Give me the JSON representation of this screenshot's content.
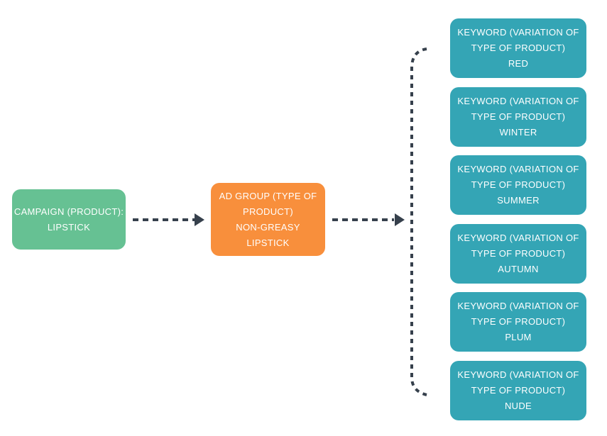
{
  "colors": {
    "campaign": "#66c193",
    "ad_group": "#f88f3c",
    "keyword": "#34a5b5",
    "connector": "#36404c"
  },
  "campaign": {
    "line1": "CAMPAIGN (PRODUCT):",
    "line2": "LIPSTICK"
  },
  "ad_group": {
    "line1": "AD GROUP (TYPE OF",
    "line2": "PRODUCT)",
    "line3": "NON-GREASY",
    "line4": "LIPSTICK"
  },
  "keywords": [
    {
      "line1": "KEYWORD (VARIATION OF",
      "line2": "TYPE OF PRODUCT)",
      "value": "RED"
    },
    {
      "line1": "KEYWORD (VARIATION OF",
      "line2": "TYPE OF PRODUCT)",
      "value": "WINTER"
    },
    {
      "line1": "KEYWORD (VARIATION OF",
      "line2": "TYPE OF PRODUCT)",
      "value": "SUMMER"
    },
    {
      "line1": "KEYWORD (VARIATION OF",
      "line2": "TYPE OF PRODUCT)",
      "value": "AUTUMN"
    },
    {
      "line1": "KEYWORD (VARIATION OF",
      "line2": "TYPE OF PRODUCT)",
      "value": "PLUM"
    },
    {
      "line1": "KEYWORD (VARIATION OF",
      "line2": "TYPE OF PRODUCT)",
      "value": "NUDE"
    }
  ]
}
